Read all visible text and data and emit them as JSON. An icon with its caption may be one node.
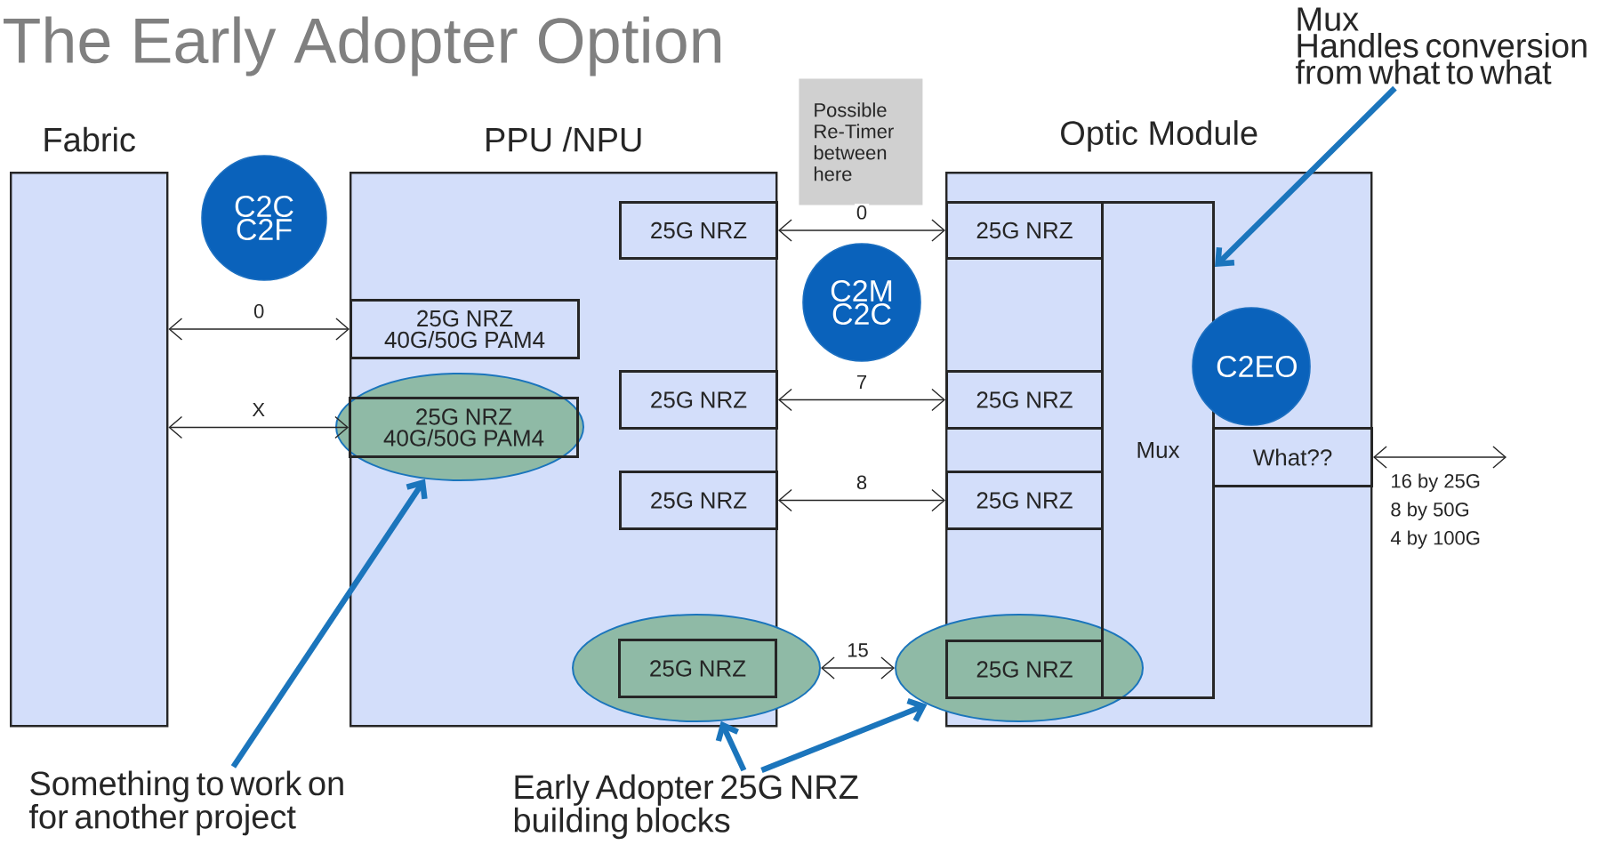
{
  "diagram": {
    "title": "The Early Adopter Option",
    "nodes": [
      {
        "text": [
          "Fabric"
        ]
      },
      {
        "text": [
          "PPU /NPU"
        ]
      },
      {
        "text": [
          "Optic Module"
        ]
      },
      {
        "text": [
          "C2C C2F"
        ]
      },
      {
        "text": [
          "25G NRZ 40G/50G PAM4"
        ],
        "in": 1
      },
      {
        "text": [
          "25G NRZ 40G/50G PAM4"
        ],
        "in": 19
      },
      {
        "text": [
          "25G NRZ"
        ],
        "in": 1
      },
      {
        "text": [
          "25G NRZ"
        ],
        "in": 1
      },
      {
        "text": [
          "25G NRZ"
        ],
        "in": 1
      },
      {
        "text": [
          "25G NRZ"
        ],
        "in": 20
      },
      {
        "text": [
          "25G NRZ"
        ],
        "in": 2
      },
      {
        "text": [
          "25G NRZ"
        ],
        "in": 2
      },
      {
        "text": [
          "25G NRZ"
        ],
        "in": 2
      },
      {
        "text": [
          "25G NRZ"
        ]
      },
      {
        "text": [
          "Mux"
        ],
        "in": 2
      },
      {
        "text": [
          "What??"
        ],
        "in": 2
      },
      {
        "text": [
          "C2M C2C"
        ]
      },
      {
        "text": [
          "C2EO"
        ],
        "in": 2
      },
      {
        "text": [
          "Possible Re-Timer between here"
        ]
      },
      {
        "text": [],
        "shape": "ellipse"
      },
      {
        "text": [],
        "shape": "ellipse"
      },
      {
        "text": [],
        "shape": "ellipse"
      },
      {
        "text": [
          "Something to work on for another project"
        ]
      },
      {
        "text": [
          "Early Adopter 25G NRZ building blocks"
        ]
      },
      {
        "text": [
          "Mux",
          "Handles conversion from what to what"
        ]
      }
    ],
    "edges": [
      {
        "from": 0,
        "to": 4,
        "arrow": "both",
        "label": "0"
      },
      {
        "from": 0,
        "to": 5,
        "arrow": "both",
        "label": "X"
      },
      {
        "from": 6,
        "to": 10,
        "arrow": "both",
        "label": "0"
      },
      {
        "from": 7,
        "to": 11,
        "arrow": "both",
        "label": "7"
      },
      {
        "from": 8,
        "to": 12,
        "arrow": "both",
        "label": "8"
      },
      {
        "from": 20,
        "to": 21,
        "arrow": "both",
        "label": "15"
      },
      {
        "from": 15,
        "to": null,
        "arrow": "both"
      },
      {
        "from": 22,
        "to": 19,
        "arrow": "to",
        "style": "thick",
        "color": "#1b75bc"
      },
      {
        "from": 23,
        "to": 20,
        "arrow": "to",
        "style": "thick",
        "color": "#1b75bc"
      },
      {
        "from": 23,
        "to": 21,
        "arrow": "to",
        "style": "thick",
        "color": "#1b75bc"
      },
      {
        "from": 24,
        "to": 14,
        "arrow": "to",
        "style": "thick",
        "color": "#1b75bc"
      }
    ],
    "labels": [
      "16 by 25G",
      "8 by 50G",
      "4 by 100G"
    ]
  }
}
